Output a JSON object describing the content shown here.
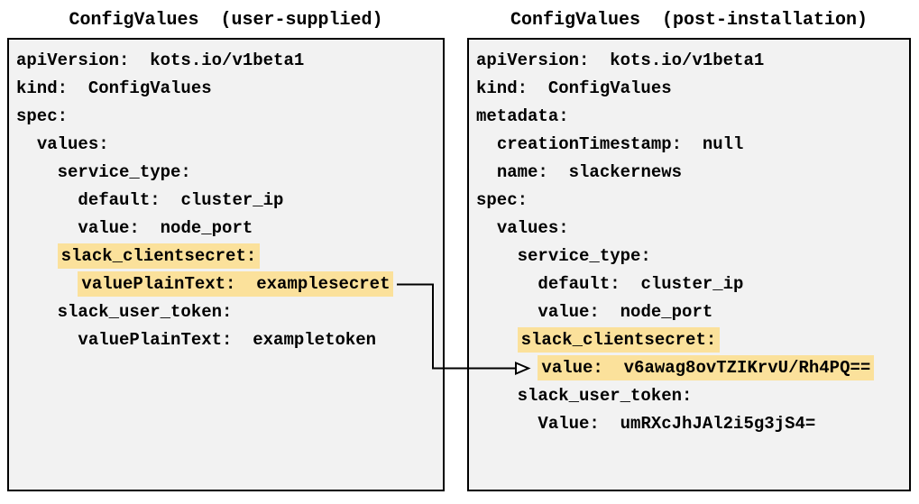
{
  "colors": {
    "highlight": "#fbe19b",
    "panel_bg": "#f2f2f2",
    "panel_border": "#000000",
    "arrow": "#000000",
    "text": "#000000"
  },
  "left_panel": {
    "title": "ConfigValues  (user-supplied)",
    "lines": [
      {
        "indent": "",
        "text": "apiVersion:  kots.io/v1beta1",
        "highlight": false
      },
      {
        "indent": "",
        "text": "kind:  ConfigValues",
        "highlight": false
      },
      {
        "indent": "",
        "text": "spec:",
        "highlight": false
      },
      {
        "indent": "  ",
        "text": "values:",
        "highlight": false
      },
      {
        "indent": "    ",
        "text": "service_type:",
        "highlight": false
      },
      {
        "indent": "      ",
        "text": "default:  cluster_ip",
        "highlight": false
      },
      {
        "indent": "      ",
        "text": "value:  node_port",
        "highlight": false
      },
      {
        "indent": "    ",
        "text": "slack_clientsecret:",
        "highlight": true
      },
      {
        "indent": "      ",
        "text": "valuePlainText:  examplesecret",
        "highlight": true
      },
      {
        "indent": "    ",
        "text": "slack_user_token:",
        "highlight": false
      },
      {
        "indent": "      ",
        "text": "valuePlainText:  exampletoken",
        "highlight": false
      }
    ]
  },
  "right_panel": {
    "title": "ConfigValues  (post-installation)",
    "lines": [
      {
        "indent": "",
        "text": "apiVersion:  kots.io/v1beta1",
        "highlight": false
      },
      {
        "indent": "",
        "text": "kind:  ConfigValues",
        "highlight": false
      },
      {
        "indent": "",
        "text": "metadata:",
        "highlight": false
      },
      {
        "indent": "  ",
        "text": "creationTimestamp:  null",
        "highlight": false
      },
      {
        "indent": "  ",
        "text": "name:  slackernews",
        "highlight": false
      },
      {
        "indent": "",
        "text": "spec:",
        "highlight": false
      },
      {
        "indent": "  ",
        "text": "values:",
        "highlight": false
      },
      {
        "indent": "    ",
        "text": "service_type:",
        "highlight": false
      },
      {
        "indent": "      ",
        "text": "default:  cluster_ip",
        "highlight": false
      },
      {
        "indent": "      ",
        "text": "value:  node_port",
        "highlight": false
      },
      {
        "indent": "    ",
        "text": "slack_clientsecret:",
        "highlight": true
      },
      {
        "indent": "      ",
        "text": "value:  v6awag8ovTZIKrvU/Rh4PQ==",
        "highlight": true
      },
      {
        "indent": "    ",
        "text": "slack_user_token:",
        "highlight": false
      },
      {
        "indent": "      ",
        "text": "Value:  umRXcJhJAl2i5g3jS4=",
        "highlight": false
      }
    ]
  },
  "arrow": {
    "from": "valuePlainText:  examplesecret",
    "to": "value:  v6awag8ovTZIKrvU/Rh4PQ=="
  }
}
